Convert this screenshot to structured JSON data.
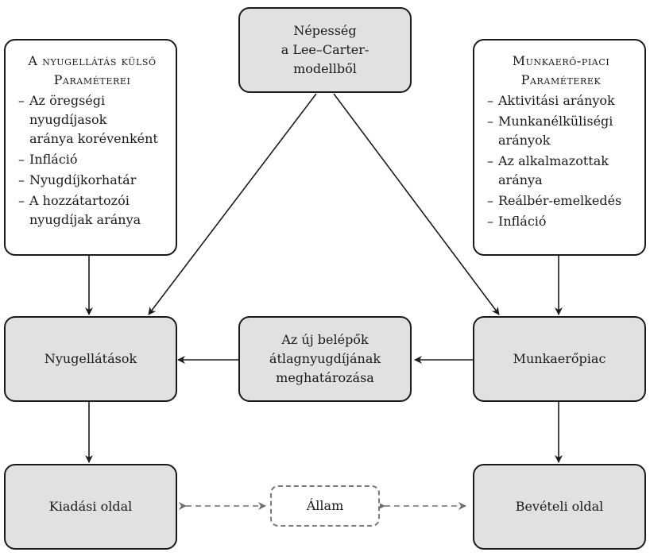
{
  "nodes": {
    "nepesseg": "Népesség\na Lee–Carter-\nmodellből",
    "nyugellatasok": "Nyugellátások",
    "uj_belepok": "Az új belépők\nátlagnyugdíjának\nmeghatározása",
    "munkaeropiac": "Munkaerőpiac",
    "kiadasi": "Kiadási oldal",
    "allam": "Állam",
    "beveteli": "Bevételi oldal"
  },
  "left_params": {
    "title_line1": "A nyugellátás külső",
    "title_line2": "Paraméterei",
    "items": [
      "Az öregségi\nnyugdíjasok\naránya korévenként",
      "Infláció",
      "Nyugdíjkorhatár",
      "A hozzátartozói\nnyugdíjak aránya"
    ]
  },
  "right_params": {
    "title_line1": "Munkaerő-piaci",
    "title_line2": "Paraméterek",
    "items": [
      "Aktivitási arányok",
      "Munkanélküliségi\narányok",
      "Az alkalmazottak\naránya",
      "Reálbér-emelkedés",
      "Infláció"
    ]
  }
}
